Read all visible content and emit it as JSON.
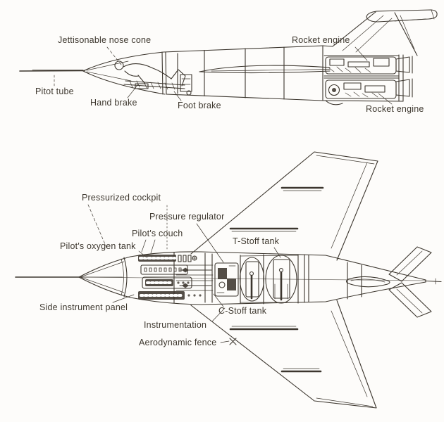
{
  "diagram": {
    "subject": "aircraft-cutaway-two-views",
    "colors": {
      "ink": "#3c362e",
      "paper": "#fdfcfa",
      "label": "#3e382f"
    },
    "side_view": {
      "labels": {
        "jettisonable_nose_cone": "Jettisonable nose cone",
        "pitot_tube": "Pitot tube",
        "hand_brake": "Hand brake",
        "foot_brake": "Foot brake",
        "rocket_engine_upper": "Rocket engine",
        "rocket_engine_lower": "Rocket engine"
      }
    },
    "plan_view": {
      "labels": {
        "pressurized_cockpit": "Pressurized cockpit",
        "pressure_regulator": "Pressure regulator",
        "pilots_couch": "Pilot's couch",
        "pilots_oxygen_tank": "Pilot's oxygen tank",
        "t_stoff_tank": "T-Stoff tank",
        "side_instrument_panel": "Side instrument panel",
        "c_stoff_tank": "C-Stoff tank",
        "instrumentation": "Instrumentation",
        "aerodynamic_fence": "Aerodynamic fence"
      }
    }
  }
}
